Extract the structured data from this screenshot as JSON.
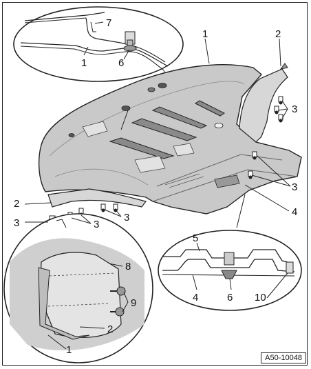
{
  "figure_ref": "A50-10048",
  "callouts": {
    "c1_top": "1",
    "c1_main": "1",
    "c1_lower": "1",
    "c2_top": "2",
    "c2_left": "2",
    "c2_lower": "2",
    "c3_right_upper": "3",
    "c3_right_lower": "3",
    "c3_left": "3",
    "c3_mid": "3",
    "c3_midright": "3",
    "c4_right": "4",
    "c4_detail": "4",
    "c5": "5",
    "c6_top": "6",
    "c6_detail": "6",
    "c7": "7",
    "c8": "8",
    "c9": "9",
    "c10": "10"
  }
}
